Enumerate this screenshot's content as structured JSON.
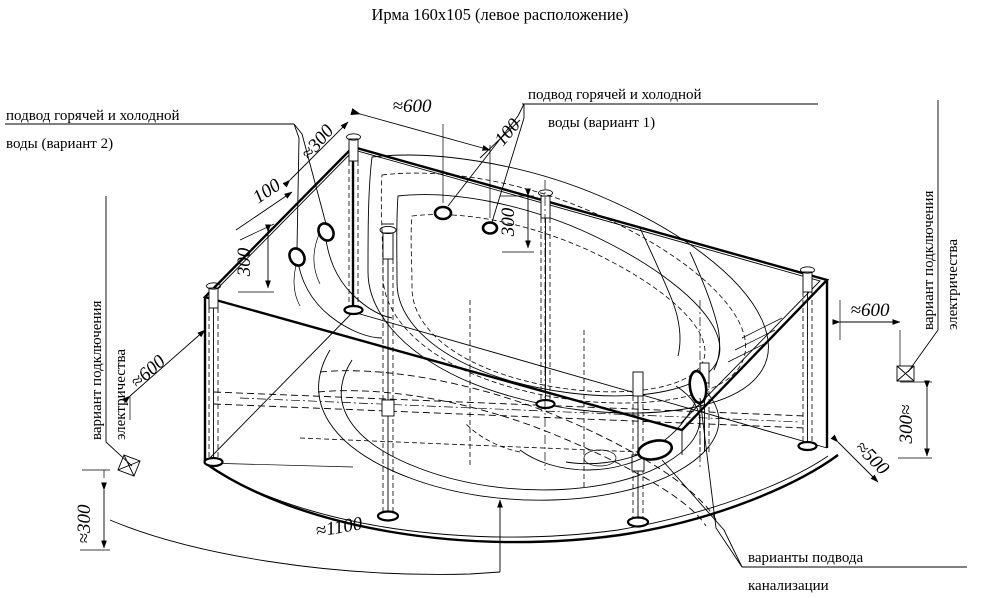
{
  "title": "Ирма 160х105 (левое расположение)",
  "labels": {
    "water_variant2_line1": "подвод горячей и холодной",
    "water_variant2_line2": "воды (вариант 2)",
    "water_variant1_line1": "подвод горячей и холодной",
    "water_variant1_line2": "воды (вариант 1)",
    "electric_left_line1": "вариант подключения",
    "electric_left_line2": "электричества",
    "electric_right_line1": "вариант подключения",
    "electric_right_line2": "электричества",
    "sewer_line1": "варианты подвода",
    "sewer_line2": "канализации"
  },
  "dimensions": {
    "top_left_300": "≈300",
    "top_600": "≈600",
    "left_100": "100",
    "right_100": "100",
    "left_300": "300",
    "right_300": "300",
    "side_left_600": "≈600",
    "side_left_300": "≈300",
    "bottom_1100": "≈1100",
    "side_right_600": "≈600",
    "side_right_300": "300≈",
    "side_right_500": "≈500"
  },
  "icons": {
    "electric_socket_left": "electrical-outlet-icon",
    "electric_socket_right": "electrical-outlet-icon",
    "water_inlet_marker": "water-inlet-ring-icon",
    "sewer_marker": "sewer-outlet-ellipse-icon"
  },
  "colors": {
    "line": "#000000",
    "background": "#ffffff"
  }
}
